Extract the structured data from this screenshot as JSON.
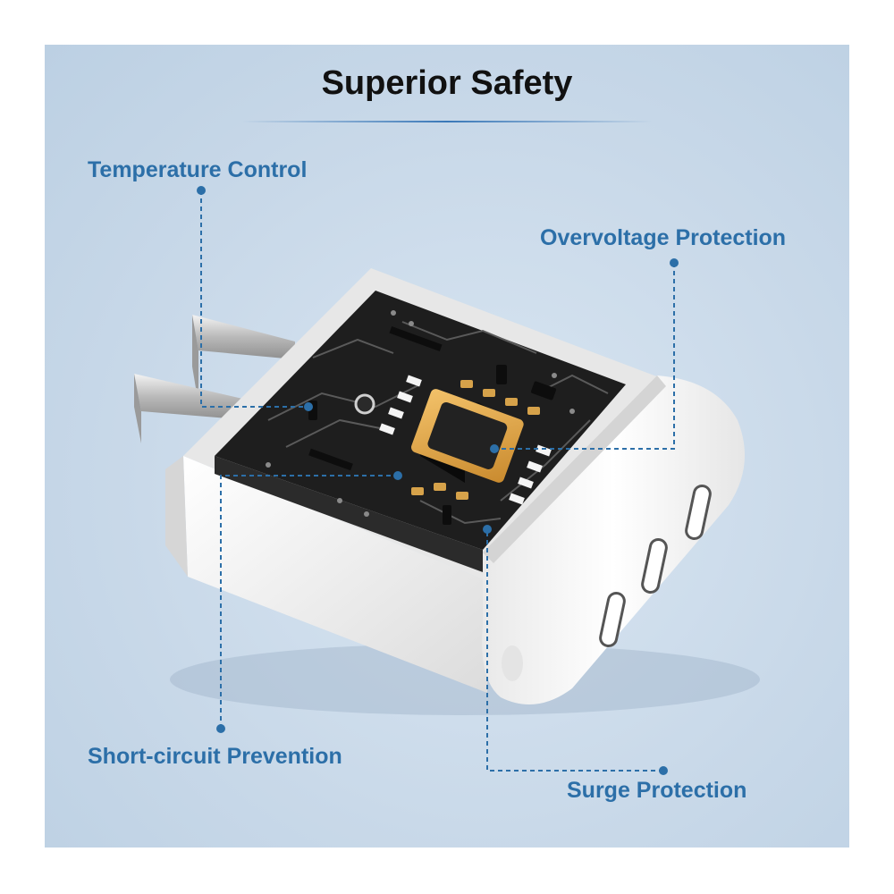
{
  "title": "Superior Safety",
  "callouts": {
    "temperature": "Temperature Control",
    "overvoltage": "Overvoltage Protection",
    "short_circuit": "Short-circuit Prevention",
    "surge": "Surge Protection"
  },
  "colors": {
    "accent": "#2c6fa8",
    "title": "#111111",
    "background": "#c9d9e9",
    "charger_body": "#f2f2f2",
    "pcb": "#1f1f1f",
    "chip_frame": "#e3a24a"
  },
  "product": {
    "usb_c_ports": 3,
    "plug_prongs": 2
  }
}
